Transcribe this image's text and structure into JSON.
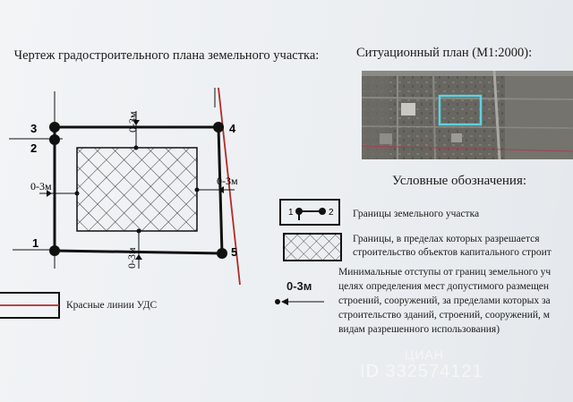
{
  "plan": {
    "title": "Чертеж градостроительного плана земельного участка:",
    "points": [
      "1",
      "2",
      "3",
      "4",
      "5"
    ],
    "offset_labels": [
      "0-3м",
      "0-3м",
      "0-3м",
      "0-3м"
    ]
  },
  "situation": {
    "title": "Ситуационный план (М1:2000):"
  },
  "legend": {
    "title": "Условные обозначения:",
    "boundary_label": "Границы земельного участка",
    "boundary_points": [
      "1",
      "2"
    ],
    "build_zone_line1": "Границы, в пределах которых разрешается",
    "build_zone_line2": "строительство объектов капитального строит",
    "offset_symbol": "0-3м",
    "offset_lines": [
      "Минимальные отступы от границ земельного уч",
      "целях определения мест допустимого размещен",
      "строений, сооружений, за пределами которых за",
      "строительство зданий, строений, сооружений, м",
      "видам разрешенного использования)"
    ],
    "red_lines_label": "Красные линии УДС"
  },
  "watermark": {
    "line1": "ЦИАН",
    "line2": "ID 332574121"
  },
  "colors": {
    "red_line": "#b22a2a",
    "map_outline": "#5fd1e0",
    "line": "#111111"
  }
}
